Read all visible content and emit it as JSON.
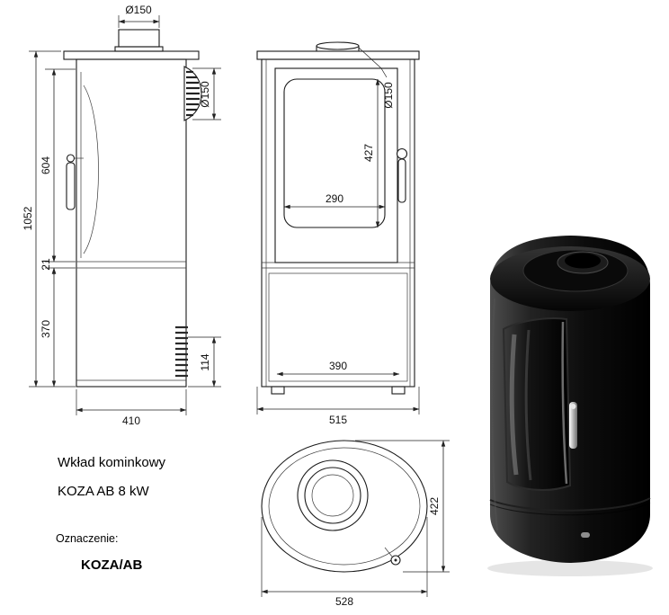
{
  "title_block": {
    "product_type": "Wkład kominkowy",
    "product_name": "KOZA AB 8 kW",
    "designation_label": "Oznaczenie:",
    "designation_code": "KOZA/AB"
  },
  "dimensions": {
    "side": {
      "flue_top_diameter": "Ø150",
      "rear_outlet_diameter": "Ø150",
      "upper_section_height": "604",
      "middle_gap": "21",
      "lower_section_height": "370",
      "total_height": "1052",
      "rear_grille_height": "114",
      "depth": "410"
    },
    "front": {
      "flue_diameter": "Ø150",
      "glass_height": "427",
      "glass_width": "290",
      "base_inner_width": "390",
      "total_width": "515"
    },
    "top": {
      "body_depth": "422",
      "body_width": "528"
    }
  }
}
